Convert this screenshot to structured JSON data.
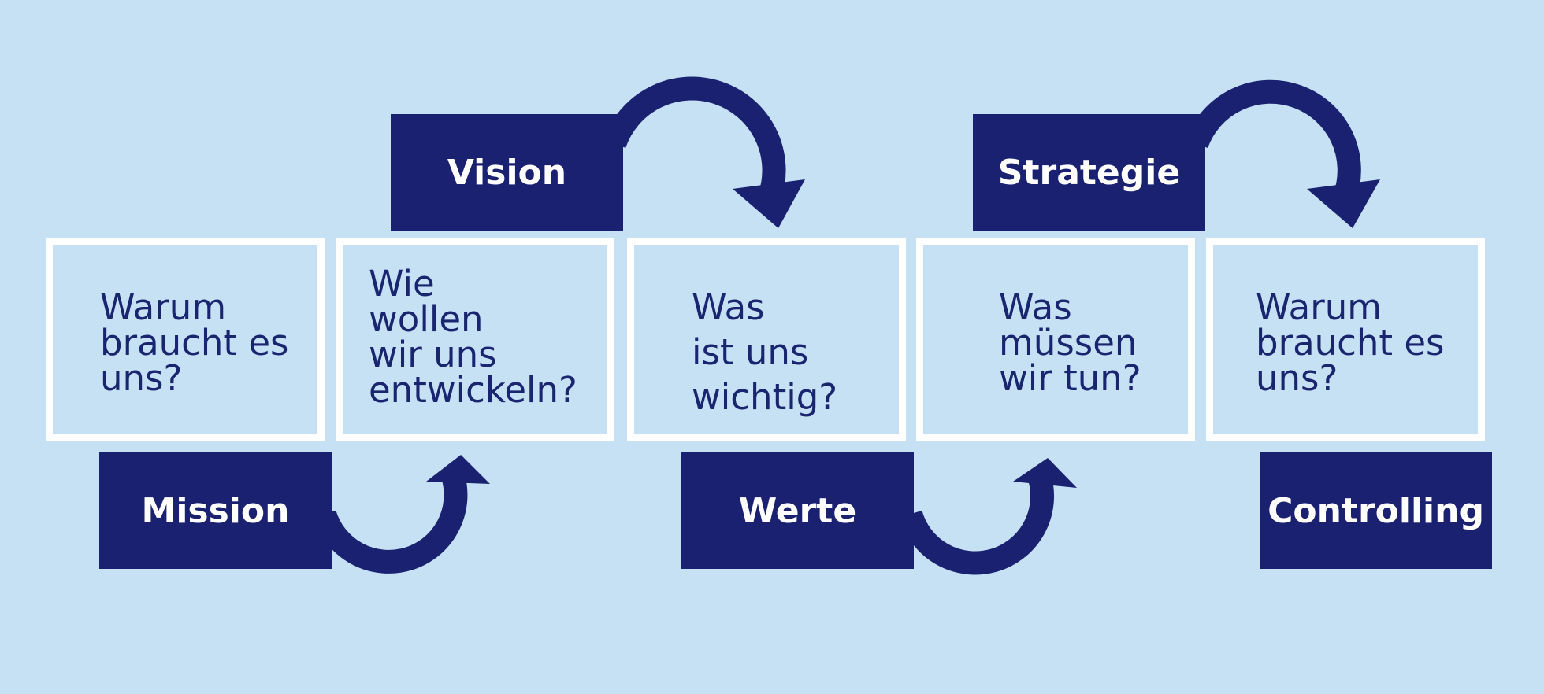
{
  "colors": {
    "background": "#c6e1f4",
    "box_border": "#ffffff",
    "label_fill": "#1a2170",
    "question_text": "#1a2570",
    "label_text": "#ffffff",
    "arrow": "#1a2170"
  },
  "questions": [
    "Warum\nbraucht es\nuns?",
    "Wie\nwollen\nwir uns\nentwickeln?",
    "Was\nist uns\nwichtig?",
    "Was\nmüssen\nwir tun?",
    "Warum\nbraucht es\nuns?"
  ],
  "labels": {
    "vision": "Vision",
    "strategie": "Strategie",
    "mission": "Mission",
    "werte": "Werte",
    "controlling": "Controlling"
  }
}
